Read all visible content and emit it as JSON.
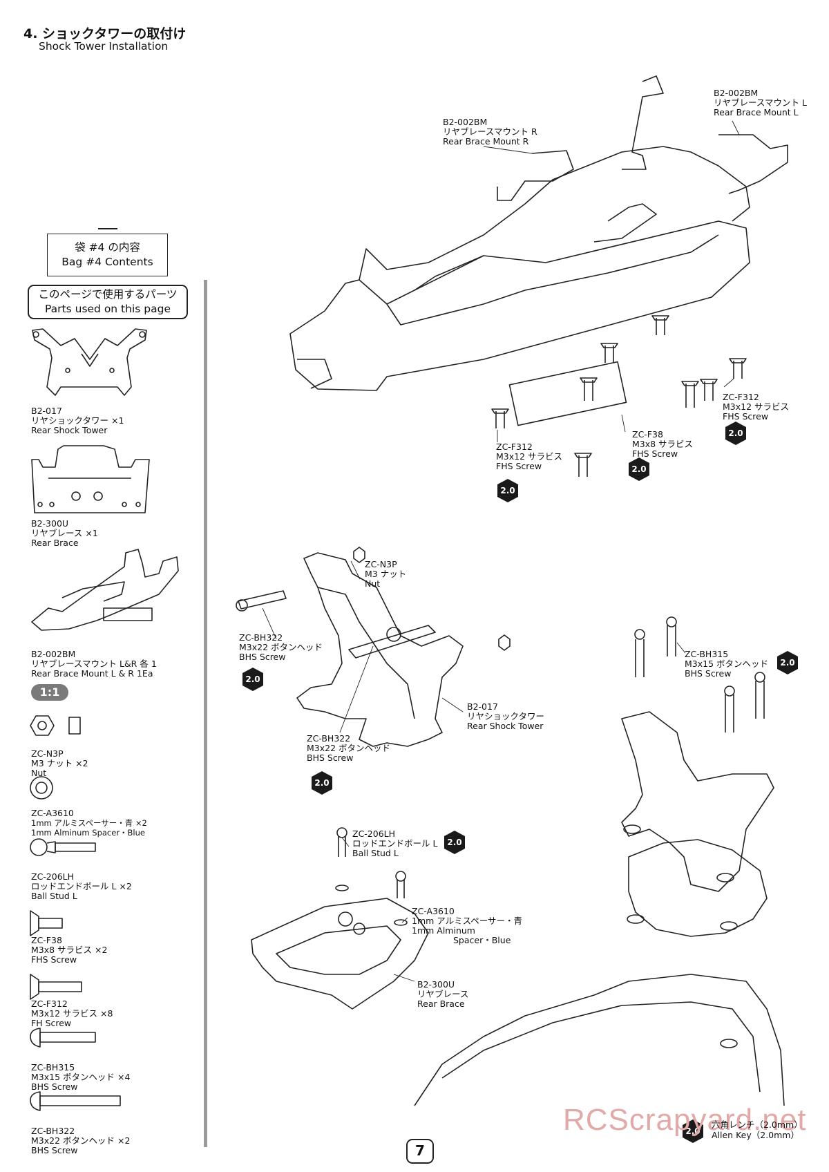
{
  "header": {
    "title_jp": "4. ショックタワーの取付け",
    "title_en": "Shock Tower Installation"
  },
  "bag": {
    "line1": "袋 #4 の内容",
    "line2": "Bag #4 Contents"
  },
  "parts_heading": {
    "line1": "このページで使用するパーツ",
    "line2": "Parts used on this page"
  },
  "ratio_badge": "1:1",
  "parts_list": [
    {
      "code": "B2-017",
      "jp": "リヤショックタワー ×1",
      "en": "Rear Shock Tower"
    },
    {
      "code": "B2-300U",
      "jp": "リヤブレース ×1",
      "en": "Rear Brace"
    },
    {
      "code": "B2-002BM",
      "jp": "リヤブレースマウント L&R 各 1",
      "en": "Rear Brace Mount L & R 1Ea"
    },
    {
      "code": "ZC-N3P",
      "jp": "M3 ナット ×2",
      "en": "Nut"
    },
    {
      "code": "ZC-A3610",
      "jp": "1mm アルミスペーサー・青 ×2",
      "en": "1mm Alminum Spacer・Blue"
    },
    {
      "code": "ZC-206LH",
      "jp": "ロッドエンドボール L ×2",
      "en": "Ball Stud L"
    },
    {
      "code": "ZC-F38",
      "jp": "M3x8 サラビス ×2",
      "en": "FHS Screw"
    },
    {
      "code": "ZC-F312",
      "jp": "M3x12 サラビス ×8",
      "en": "FH Screw"
    },
    {
      "code": "ZC-BH315",
      "jp": "M3x15 ボタンヘッド ×4",
      "en": "BHS Screw"
    },
    {
      "code": "ZC-BH322",
      "jp": "M3x22 ボタンヘッド ×2",
      "en": "BHS Screw"
    }
  ],
  "callouts": {
    "b2_002bm_r": {
      "code": "B2-002BM",
      "jp": "リヤブレースマウント R",
      "en": "Rear Brace Mount R"
    },
    "b2_002bm_l": {
      "code": "B2-002BM",
      "jp": "リヤブレースマウント L",
      "en": "Rear Brace Mount L"
    },
    "zc_f312_right": {
      "code": "ZC-F312",
      "jp": "M3x12 サラビス",
      "en": "FHS Screw"
    },
    "zc_f38": {
      "code": "ZC-F38",
      "jp": "M3x8 サラビス",
      "en": "FHS Screw"
    },
    "zc_f312_left": {
      "code": "ZC-F312",
      "jp": "M3x12 サラビス",
      "en": "FHS Screw"
    },
    "zc_n3p": {
      "code": "ZC-N3P",
      "jp": "M3 ナット",
      "en": "Nut"
    },
    "zc_bh322_top": {
      "code": "ZC-BH322",
      "jp": "M3x22 ボタンヘッド",
      "en": "BHS Screw"
    },
    "b2_017": {
      "code": "B2-017",
      "jp": "リヤショックタワー",
      "en": "Rear Shock Tower"
    },
    "zc_bh322_bottom": {
      "code": "ZC-BH322",
      "jp": "M3x22 ボタンヘッド",
      "en": "BHS Screw"
    },
    "zc_bh315": {
      "code": "ZC-BH315",
      "jp": "M3x15 ボタンヘッド",
      "en": "BHS Screw"
    },
    "zc_206lh": {
      "code": "ZC-206LH",
      "jp": "ロッドエンドボール L",
      "en": "Ball Stud L"
    },
    "zc_a3610": {
      "code": "ZC-A3610",
      "jp": "1mm アルミスペーサー・青",
      "en1": "1mm Alminum",
      "en2": "Spacer・Blue"
    },
    "b2_300u": {
      "code": "B2-300U",
      "jp": "リヤブレース",
      "en": "Rear Brace"
    }
  },
  "hex_badge_label": "2.0",
  "tool": {
    "jp": "六角レンチ（2.0mm）",
    "en": "Allen Key（2.0mm）"
  },
  "page_number": "7",
  "watermark": "RCScrapyard.net"
}
